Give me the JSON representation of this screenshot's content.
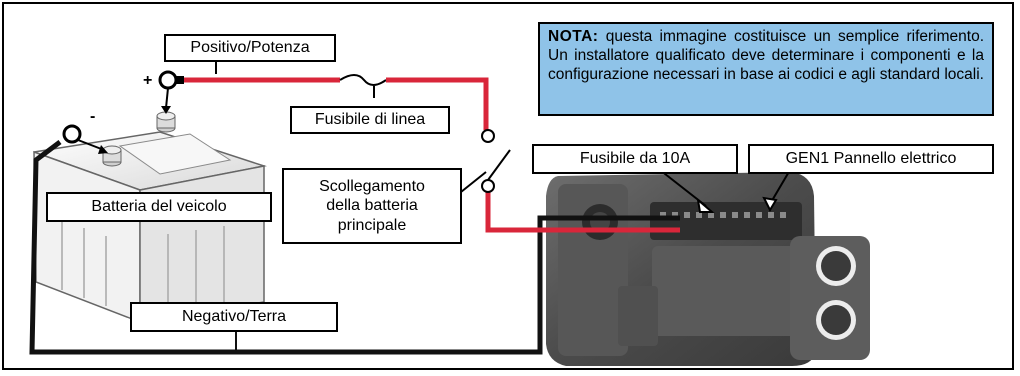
{
  "labels": {
    "positive": "Positivo/Potenza",
    "inline_fuse": "Fusibile di linea",
    "vehicle_battery": "Batteria del veicolo",
    "disconnect_line1": "Scollegamento",
    "disconnect_line2": "della batteria",
    "disconnect_line3": "principale",
    "fuse_10a": "Fusibile da 10A",
    "panel": "GEN1 Pannello elettrico",
    "negative": "Negativo/Terra",
    "plus_sign": "+",
    "minus_sign": "-"
  },
  "note": {
    "title": "NOTA:",
    "body": "questa immagine costituisce un semplice riferimento. Un installatore qualificato deve determinare i componenti e la configurazione necessari in base ai codici e agli standard locali."
  },
  "colors": {
    "positive_wire": "#d9263a",
    "negative_wire": "#111111",
    "note_background": "#8fc3e8"
  }
}
